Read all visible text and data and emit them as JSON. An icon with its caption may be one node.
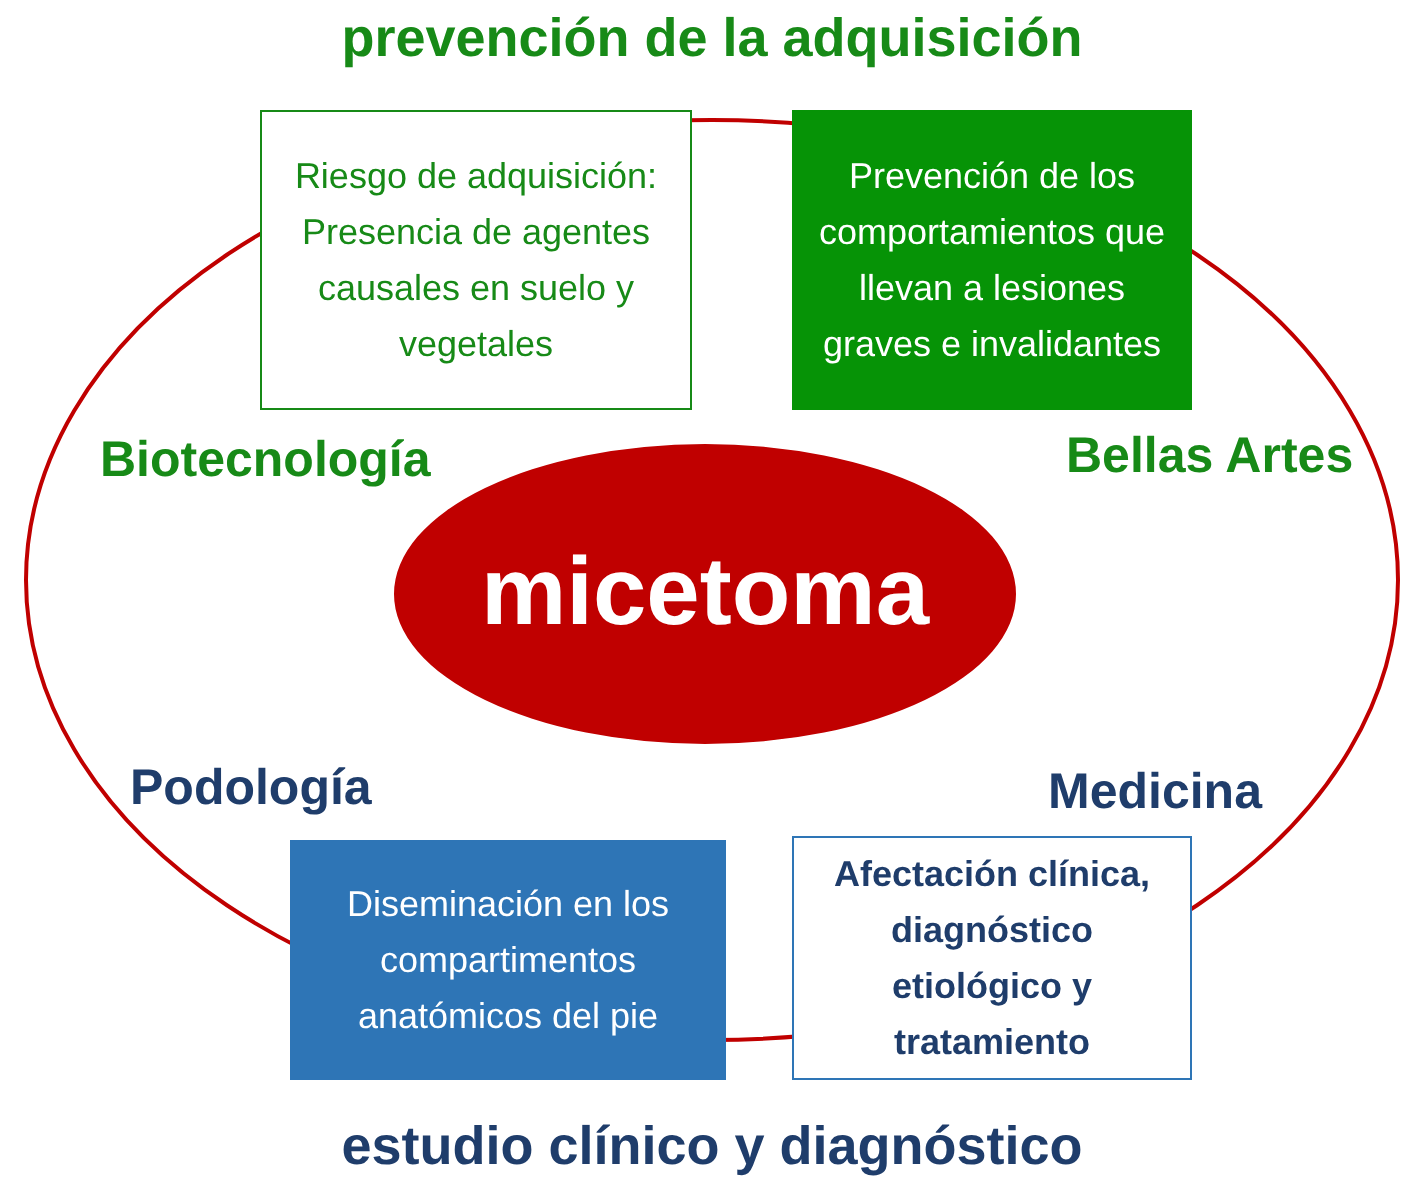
{
  "diagram": {
    "title": "prevención de la adquisición",
    "caption": "estudio clínico y diagnóstico",
    "nodes": [
      {
        "text": [
          "Riesgo de adquisición: Presencia de agentes causales en suelo y vegetales"
        ]
      },
      {
        "text": [
          "Prevención de los comportamientos que llevan a lesiones graves e invalidantes"
        ]
      },
      {
        "text": [
          "micetoma"
        ]
      },
      {
        "text": [
          "Diseminación en los compartimentos anatómicos del pie"
        ]
      },
      {
        "text": [
          "Afectación clínica, diagnóstico etiológico y tratamiento"
        ]
      }
    ],
    "labels": [
      "Biotecnología",
      "Bellas Artes",
      "Podología",
      "Medicina"
    ]
  }
}
